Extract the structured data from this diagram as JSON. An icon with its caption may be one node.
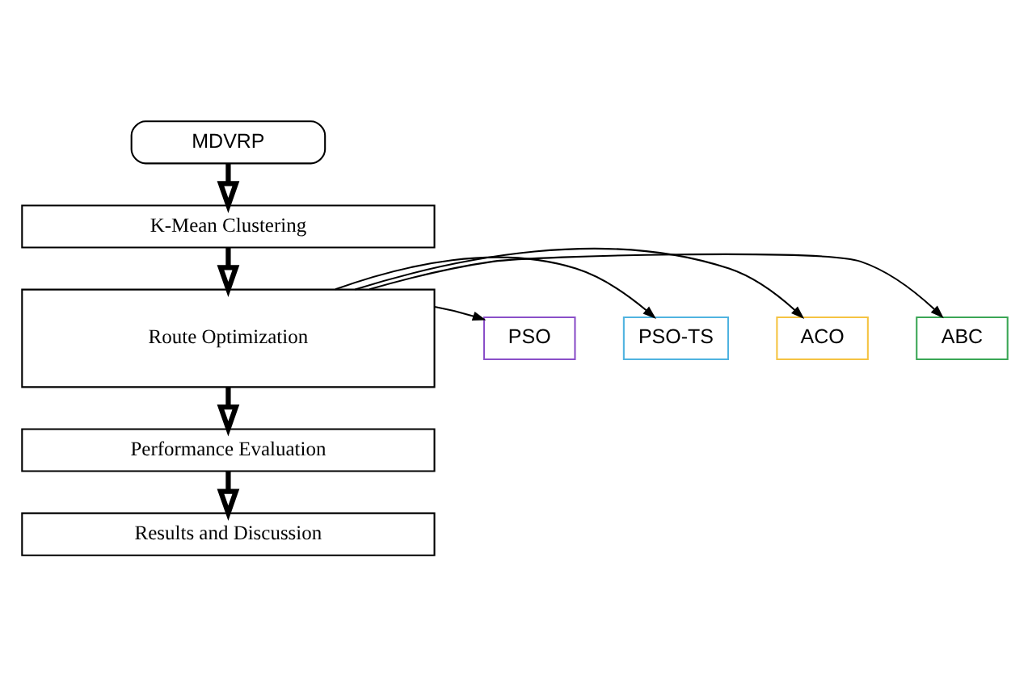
{
  "diagram": {
    "nodes": [
      {
        "text": [
          "MDVRP"
        ]
      },
      {
        "text": [
          "K-Mean Clustering"
        ]
      },
      {
        "text": [
          "Route Optimization"
        ]
      },
      {
        "text": [
          "ACO"
        ]
      },
      {
        "text": [
          "ABC"
        ]
      },
      {
        "text": [
          "PSO"
        ]
      },
      {
        "text": [
          "PSO-TS"
        ]
      },
      {
        "text": [
          "Performance Evaluation"
        ]
      },
      {
        "text": [
          "Results and Discussion"
        ]
      }
    ],
    "edges": [
      {
        "from": 0,
        "to": 1,
        "arrow": "to",
        "style": "thick"
      },
      {
        "from": 1,
        "to": 2,
        "arrow": "to",
        "style": "thick"
      },
      {
        "from": 2,
        "to": 3,
        "arrow": "to"
      },
      {
        "from": 2,
        "to": 4,
        "arrow": "to"
      },
      {
        "from": 2,
        "to": 5,
        "arrow": "to"
      },
      {
        "from": 2,
        "to": 6,
        "arrow": "to"
      },
      {
        "from": 2,
        "to": 7,
        "arrow": "to",
        "style": "thick"
      },
      {
        "from": 7,
        "to": 8,
        "arrow": "to",
        "style": "thick"
      }
    ]
  }
}
